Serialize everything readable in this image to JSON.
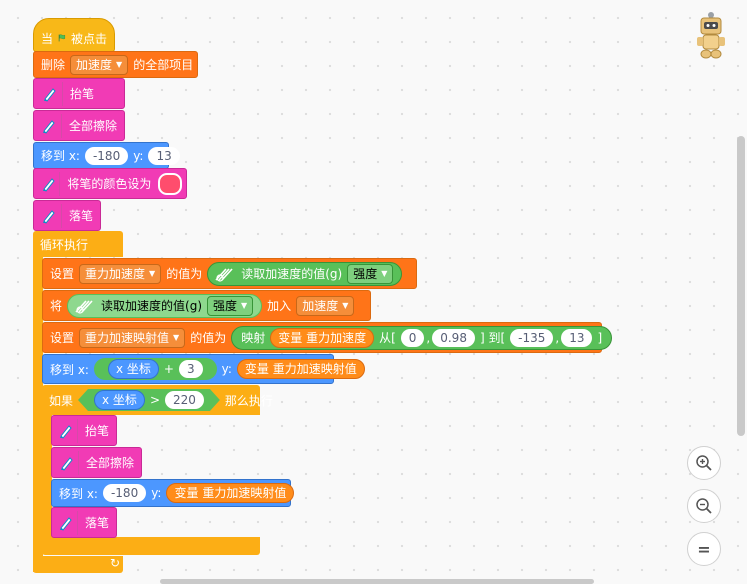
{
  "colors": {
    "events": "#f8b818",
    "control": "#fcae15",
    "motion": "#4c97ff",
    "data": "#ff7418",
    "pen": "#f13bb5",
    "operators": "#59c059",
    "pen_color_value": "#ff4d6d"
  },
  "script": {
    "hat": {
      "prefix": "当",
      "icon": "green-flag-icon",
      "suffix": "被点击"
    },
    "delete_all": {
      "label": "删除",
      "list": "加速度",
      "suffix": "的全部项目"
    },
    "pen_up_1": {
      "label": "抬笔",
      "icon": "pen-icon"
    },
    "clear_1": {
      "label": "全部擦除",
      "icon": "pen-icon"
    },
    "goto_1": {
      "label": "移到 x:",
      "x": "-180",
      "ylabel": "y:",
      "y": "13"
    },
    "set_pen_color": {
      "label": "将笔的颜色设为",
      "icon": "pen-icon"
    },
    "pen_down_1": {
      "label": "落笔",
      "icon": "pen-icon"
    },
    "forever": {
      "label": "循环执行"
    },
    "set_var_1": {
      "label": "设置",
      "var": "重力加速度",
      "mid": "的值为",
      "reporter": {
        "label": "读取加速度的值(g)",
        "axis": "强度",
        "icon": "accelerometer-icon"
      }
    },
    "add_list": {
      "label": "将",
      "reporter": {
        "label": "读取加速度的值(g)",
        "axis": "强度",
        "icon": "accelerometer-icon"
      },
      "mid": "加入",
      "list": "加速度"
    },
    "set_var_2": {
      "label": "设置",
      "var": "重力加速映射值",
      "mid": "的值为",
      "map": {
        "label": "映射",
        "var_prefix": "变量",
        "var_name": "重力加速度",
        "from": "从[",
        "from_min": "0",
        "comma1": ",",
        "from_max": "0.98",
        "to": "] 到[",
        "to_min": "-135",
        "comma2": ",",
        "to_max": "13",
        "end": "]"
      }
    },
    "goto_2": {
      "label": "移到 x:",
      "xvar": "x 坐标",
      "plus": "+",
      "add": "3",
      "ylabel": "y:",
      "yvar_prefix": "变量",
      "yvar": "重力加速映射值"
    },
    "if": {
      "label": "如果",
      "xvar": "x 坐标",
      "op": ">",
      "value": "220",
      "then": "那么执行"
    },
    "pen_up_2": {
      "label": "抬笔",
      "icon": "pen-icon"
    },
    "clear_2": {
      "label": "全部擦除",
      "icon": "pen-icon"
    },
    "goto_3": {
      "label": "移到 x:",
      "x": "-180",
      "ylabel": "y:",
      "yvar_prefix": "变量",
      "yvar": "重力加速映射值"
    },
    "pen_down_2": {
      "label": "落笔",
      "icon": "pen-icon"
    },
    "loop_arrow": "↻"
  },
  "zoom": {
    "in_icon": "zoom-in-icon",
    "out_icon": "zoom-out-icon",
    "reset_icon": "zoom-reset-icon",
    "reset_glyph": "="
  }
}
